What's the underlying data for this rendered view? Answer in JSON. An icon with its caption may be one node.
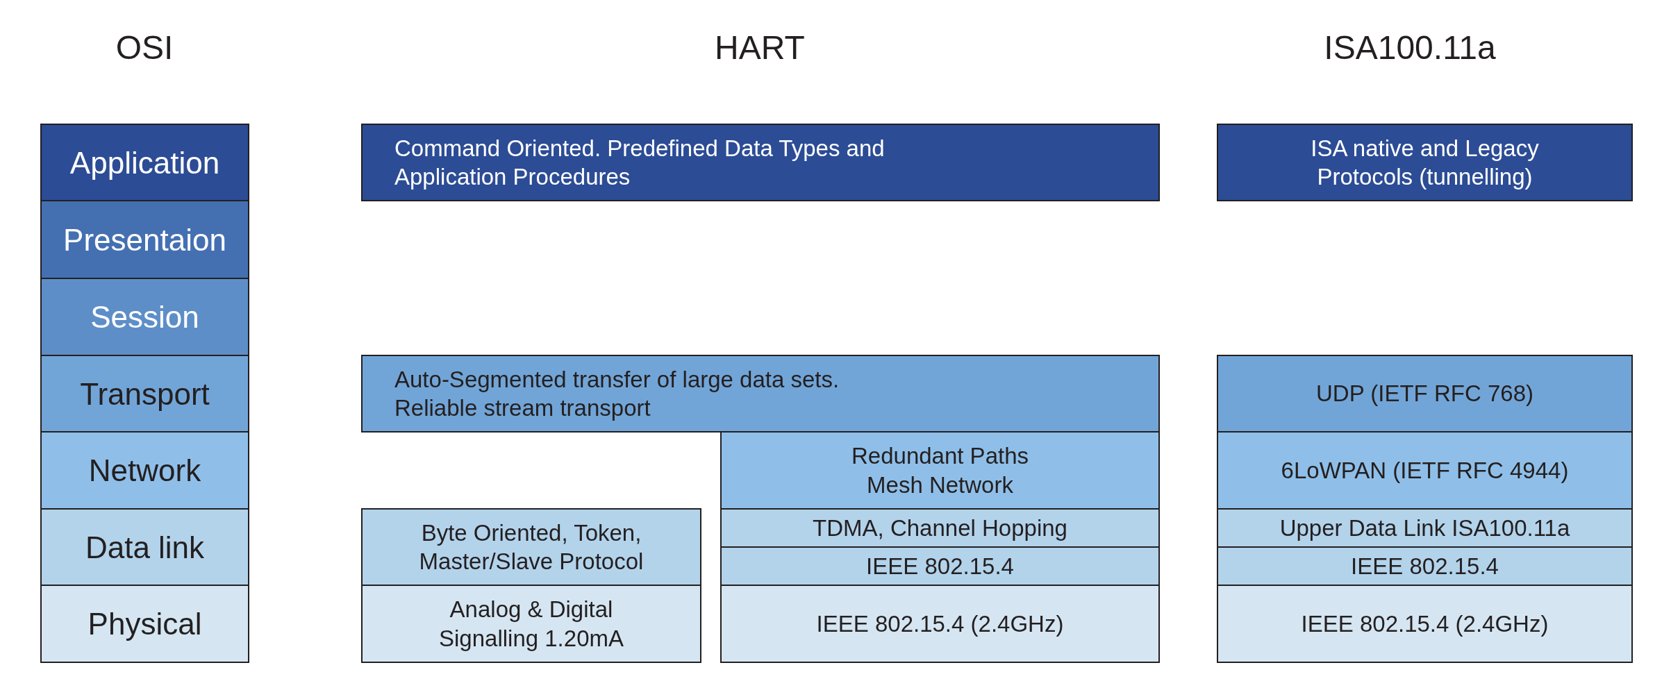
{
  "diagram": {
    "nodes": [
      {
        "text": [
          "Application"
        ]
      },
      {
        "text": [
          "Command Oriented. Predefined Data Types and Application Procedures"
        ]
      },
      {
        "text": [
          "ISA native and Legacy Protocols (tunnelling)"
        ]
      },
      {
        "text": [
          "Presentaion"
        ]
      },
      {
        "text": [
          "Session"
        ]
      },
      {
        "text": [
          "Transport"
        ]
      },
      {
        "text": [
          "Auto-Segmented transfer of large data sets. Reliable stream transport"
        ]
      },
      {
        "text": [
          "UDP (IETF RFC 768)"
        ]
      },
      {
        "text": [
          "Network"
        ]
      },
      {
        "text": [
          "Redundant Paths Mesh Network"
        ]
      },
      {
        "text": [
          "6LoWPAN (IETF RFC 4944)"
        ]
      },
      {
        "text": [
          "Data link"
        ]
      },
      {
        "text": [
          "Byte Oriented, Token, Master/Slave Protocol"
        ]
      },
      {
        "text": [
          "TDMA, Channel Hopping"
        ]
      },
      {
        "text": [
          "Upper Data Link ISA100.11a"
        ]
      },
      {
        "text": [
          "IEEE 802.15.4"
        ]
      },
      {
        "text": [
          "IEEE 802.15.4"
        ]
      },
      {
        "text": [
          "Physical"
        ]
      },
      {
        "text": [
          "Analog & Digital Signalling 1.20mA"
        ]
      },
      {
        "text": [
          "IEEE 802.15.4 (2.4GHz)"
        ]
      },
      {
        "text": [
          "IEEE 802.15.4 (2.4GHz)"
        ]
      }
    ],
    "labels": [
      "OSI",
      "HART",
      "ISA100.11a"
    ]
  }
}
